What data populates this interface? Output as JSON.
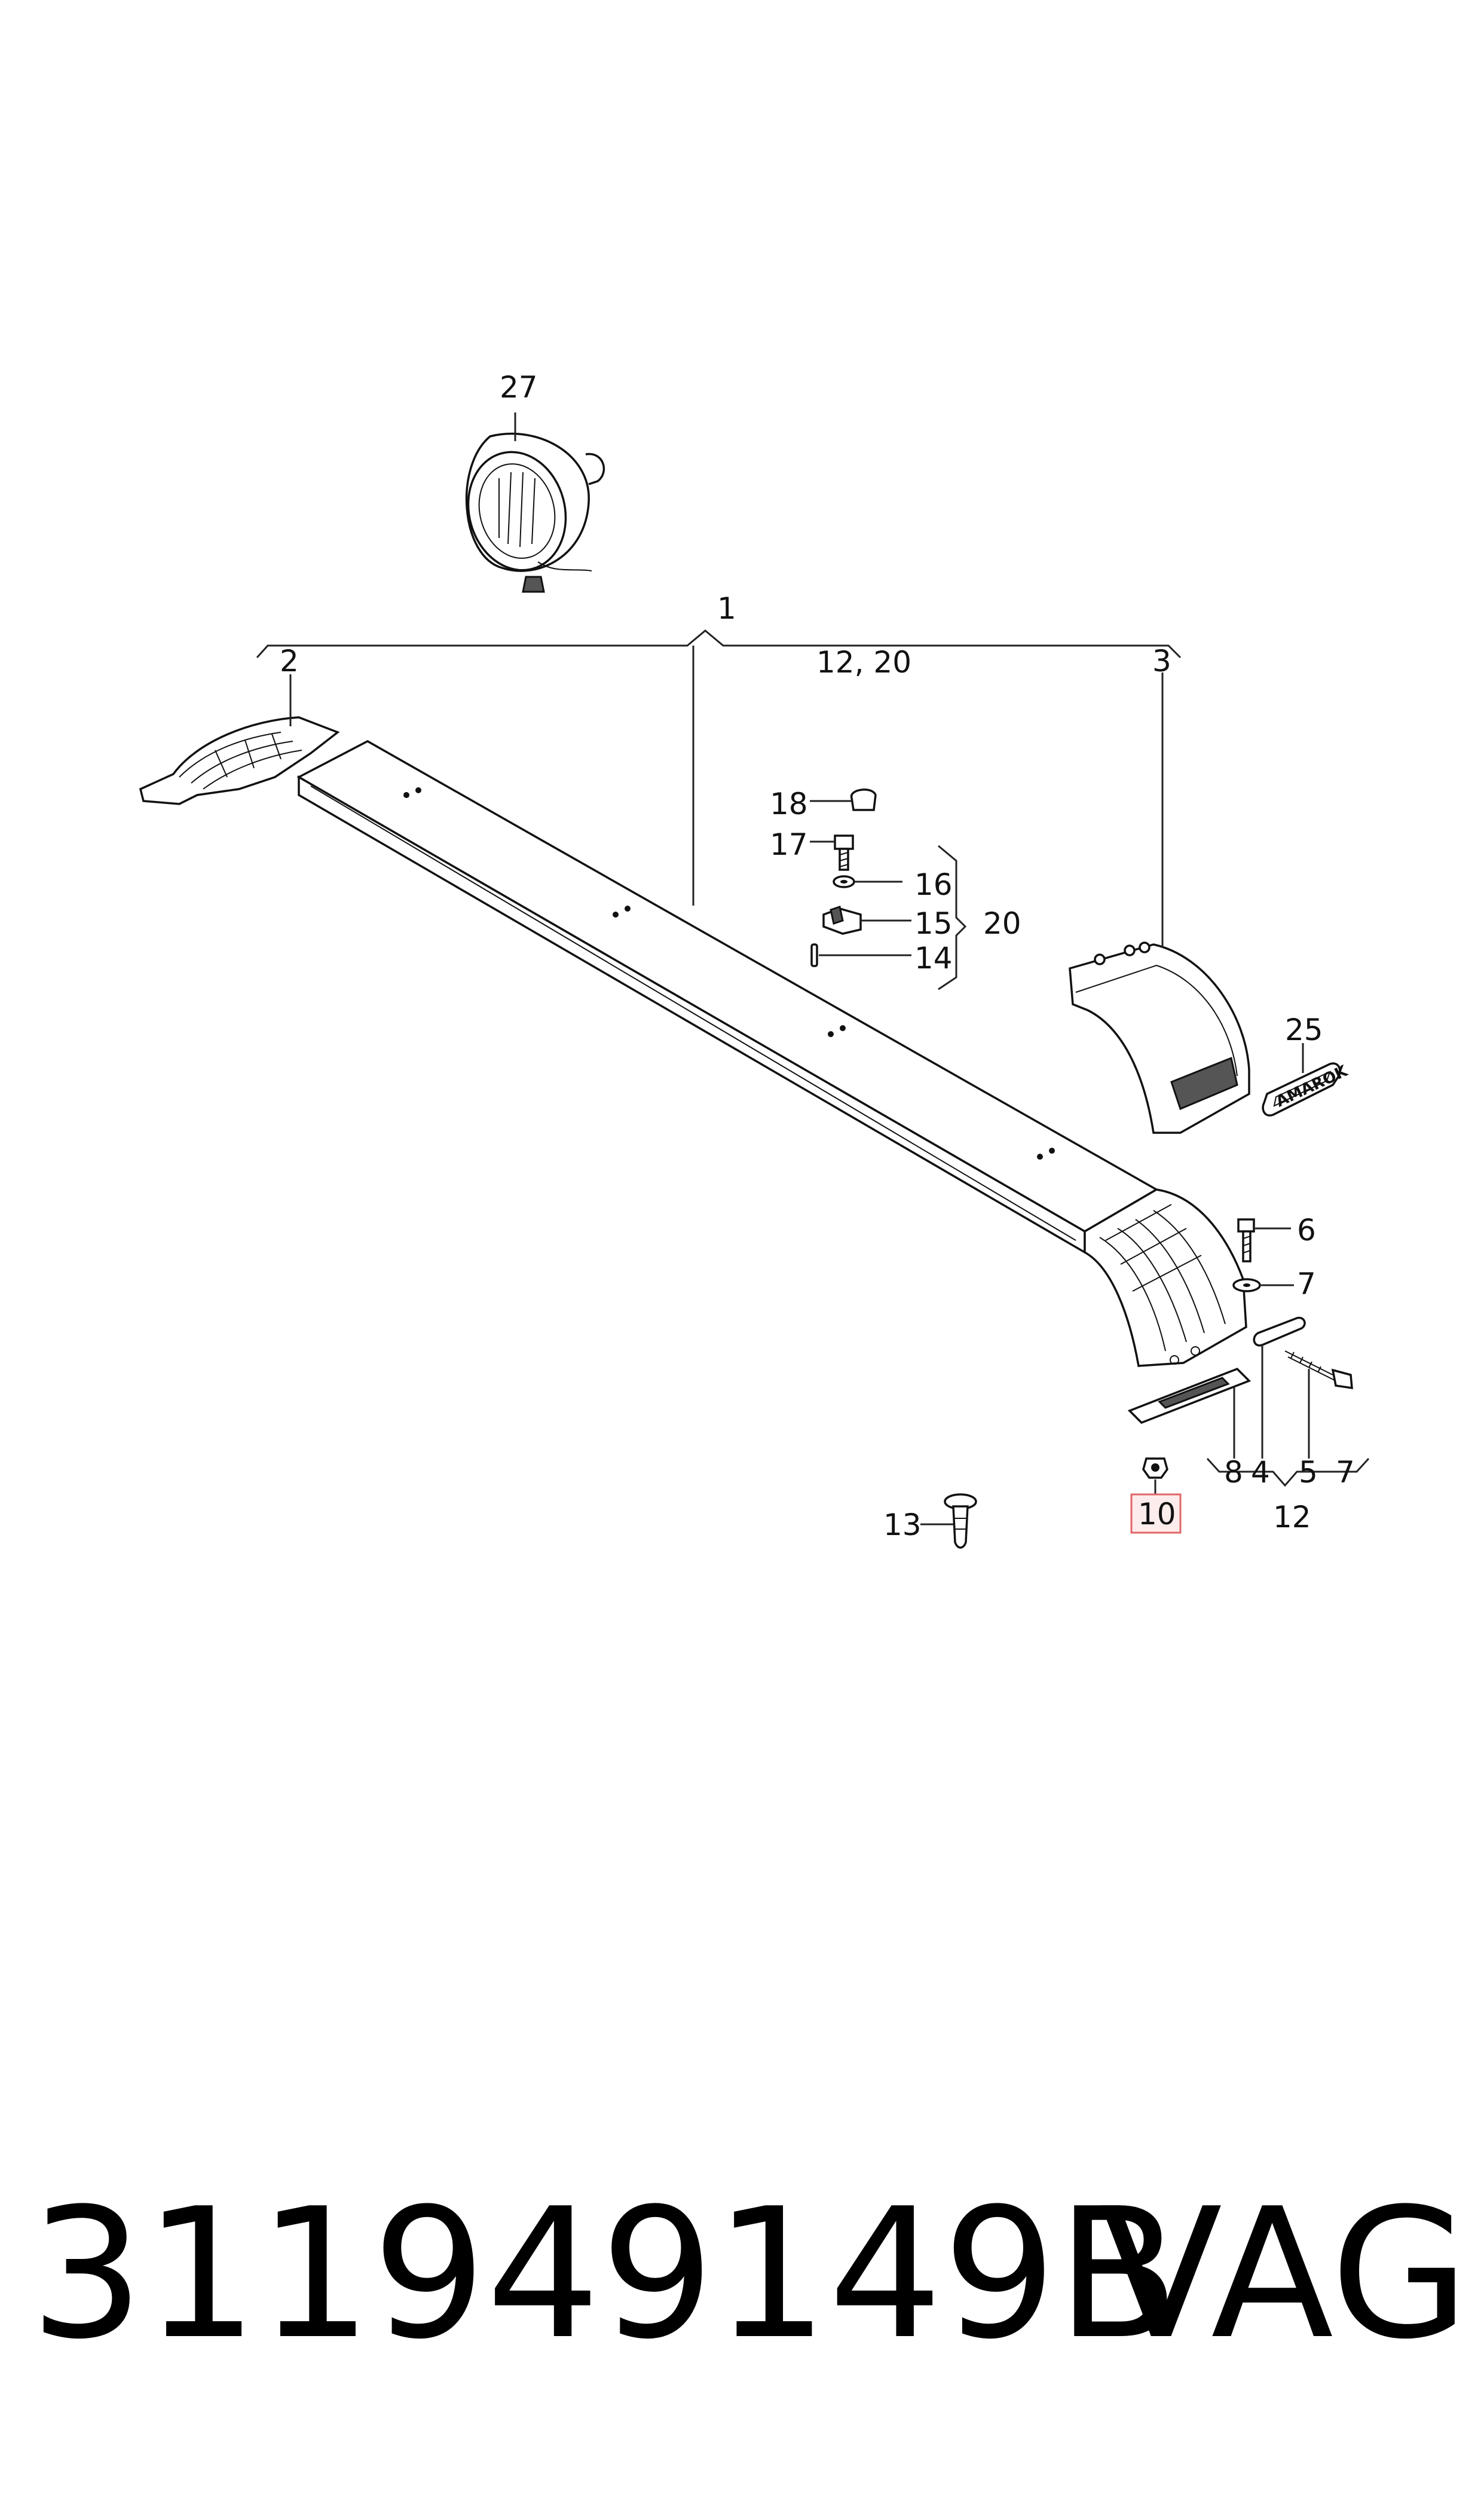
{
  "callouts": {
    "c1": "1",
    "c2": "2",
    "c3": "3",
    "c12_20": "12, 20",
    "c27": "27",
    "c18": "18",
    "c17": "17",
    "c16": "16",
    "c15": "15",
    "c14": "14",
    "c20": "20",
    "c25": "25",
    "c6": "6",
    "c7a": "7",
    "c8": "8",
    "c4": "4",
    "c5": "5",
    "c7b": "7",
    "c12": "12",
    "c13": "13",
    "c10": "10"
  },
  "emblem_text": "AMAROK",
  "highlighted_part": "10",
  "footer": {
    "part_number": "311949149B",
    "brand": "VAG"
  },
  "colors": {
    "highlight_fill": "#fdecec",
    "highlight_border": "#e06666"
  }
}
